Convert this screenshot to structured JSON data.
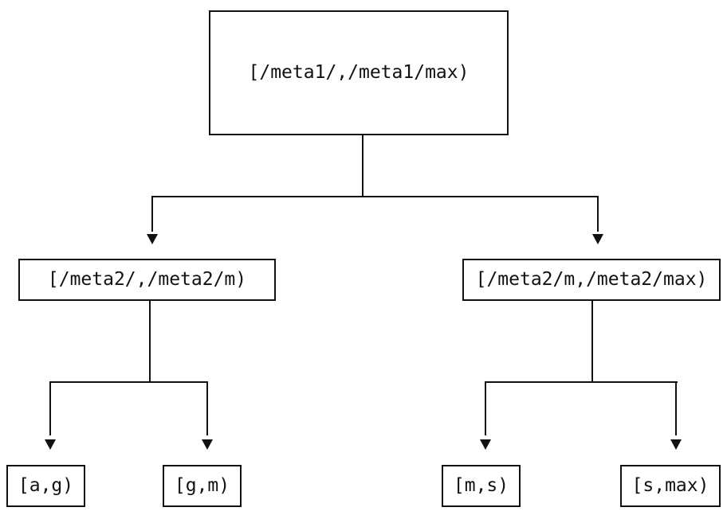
{
  "diagram": {
    "type": "binary-tree",
    "colors": {
      "stroke": "#111111",
      "background": "#ffffff"
    },
    "nodes": {
      "root": "[/meta1/,/meta1/max)",
      "level1_left": "[/meta2/,/meta2/m)",
      "level1_right": "[/meta2/m,/meta2/max)",
      "leaf_1": "[a,g)",
      "leaf_2": "[g,m)",
      "leaf_3": "[m,s)",
      "leaf_4": "[s,max)"
    },
    "edges": [
      {
        "from": "root",
        "to": "level1_left"
      },
      {
        "from": "root",
        "to": "level1_right"
      },
      {
        "from": "level1_left",
        "to": "leaf_1"
      },
      {
        "from": "level1_left",
        "to": "leaf_2"
      },
      {
        "from": "level1_right",
        "to": "leaf_3"
      },
      {
        "from": "level1_right",
        "to": "leaf_4"
      }
    ]
  }
}
